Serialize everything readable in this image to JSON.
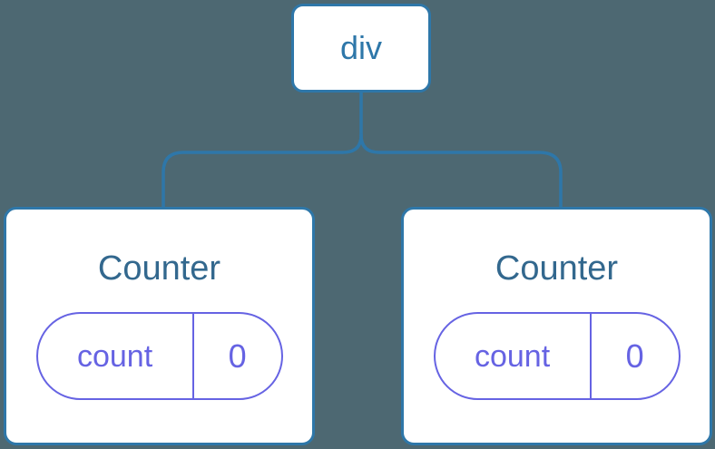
{
  "diagram": {
    "description": "Component tree diagram: a div root with two independent Counter children, each holding its own count state",
    "colors": {
      "background": "#4D6872",
      "node_fill": "#FFFFFF",
      "tree_blue": "#2E77A9",
      "title_blue": "#33688E",
      "state_purple": "#6663E3"
    },
    "root": {
      "label": "div"
    },
    "children": [
      {
        "title": "Counter",
        "state": {
          "key": "count",
          "value": "0"
        }
      },
      {
        "title": "Counter",
        "state": {
          "key": "count",
          "value": "0"
        }
      }
    ]
  }
}
